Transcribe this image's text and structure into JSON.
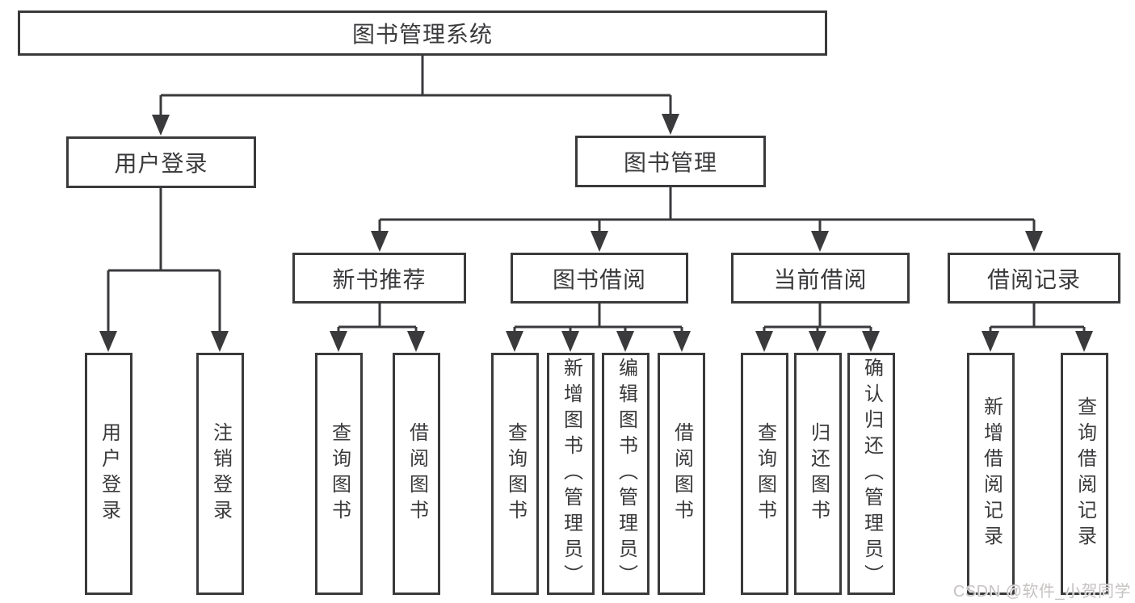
{
  "diagram": {
    "type": "hierarchy-tree",
    "watermark": "CSDN @软件_小贺同学",
    "colors": {
      "line": "#3a3a3c",
      "text": "#3a3a3c",
      "box_bg": "#ffffff",
      "page_bg": "#ffffff",
      "watermark": "#c6c2c2"
    },
    "tree": {
      "root": "图书管理系统",
      "children": [
        {
          "label": "用户登录",
          "children": [
            "用户登录",
            "注销登录"
          ]
        },
        {
          "label": "图书管理",
          "children": [
            {
              "label": "新书推荐",
              "children": [
                "查询图书",
                "借阅图书"
              ]
            },
            {
              "label": "图书借阅",
              "children": [
                "查询图书",
                "新增图书（管理员）",
                "编辑图书（管理员）",
                "借阅图书"
              ]
            },
            {
              "label": "当前借阅",
              "children": [
                "查询图书",
                "归还图书",
                "确认归还（管理员）"
              ]
            },
            {
              "label": "借阅记录",
              "children": [
                "新增借阅记录",
                "查询借阅记录"
              ]
            }
          ]
        }
      ]
    }
  }
}
